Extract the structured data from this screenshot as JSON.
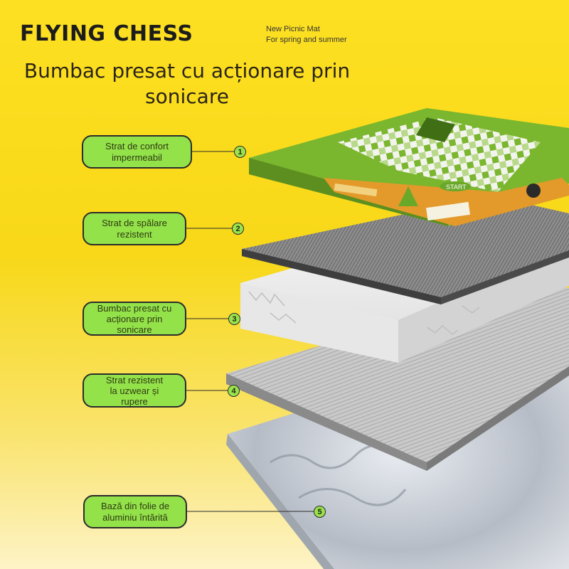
{
  "brand": "FLYING CHESS",
  "tagline": {
    "line1": "New Picnic Mat",
    "line2": "For spring and summer"
  },
  "headline": {
    "line1": "Bumbac presat cu acționare prin",
    "line2": "sonicare"
  },
  "mat_label": "START",
  "layers": [
    {
      "number": "1",
      "label_lines": [
        "Strat de confort",
        "impermeabil"
      ]
    },
    {
      "number": "2",
      "label_lines": [
        "Strat de spălare",
        "rezistent"
      ]
    },
    {
      "number": "3",
      "label_lines": [
        "Bumbac presat cu",
        "acționare prin",
        "sonicare"
      ]
    },
    {
      "number": "4",
      "label_lines": [
        "Strat rezistent",
        "la uzwear și",
        "rupere"
      ]
    },
    {
      "number": "5",
      "label_lines": [
        "Bază din folie de",
        "aluminiu întărită"
      ]
    }
  ],
  "colors": {
    "background": "#fde022",
    "label_fill": "#94e24a",
    "mat_green": "#7ab62e",
    "mat_orange": "#e39a2a"
  }
}
